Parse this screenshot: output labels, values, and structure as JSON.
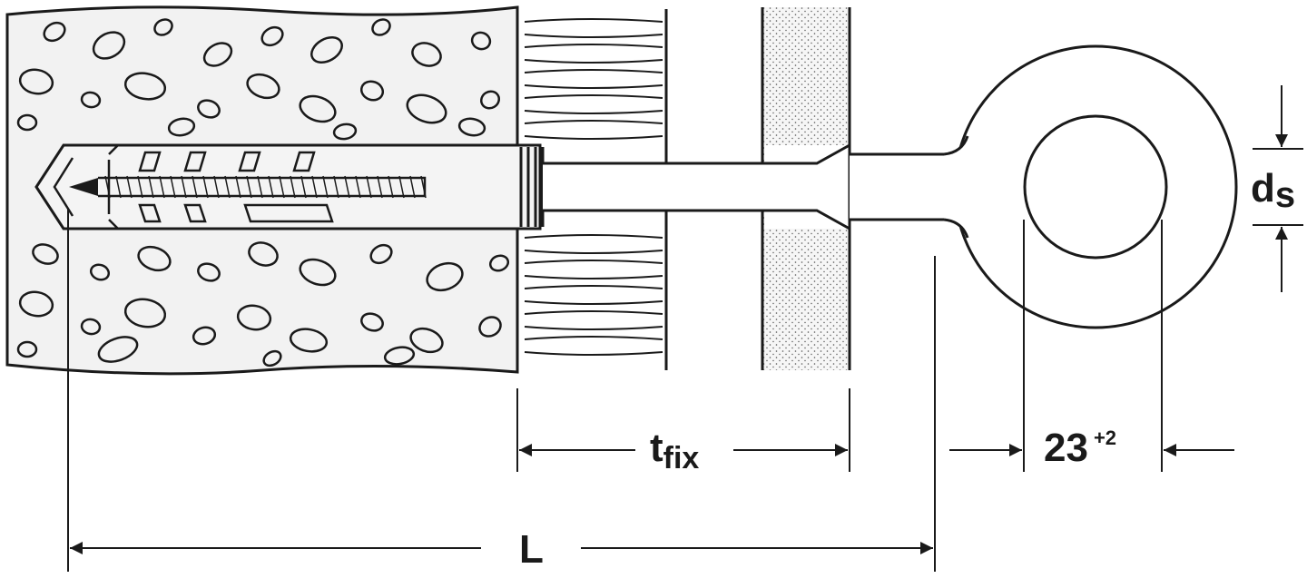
{
  "diagram": {
    "labels": {
      "tfix_main": "t",
      "tfix_sub": "fix",
      "eye_dim": "23",
      "eye_tol": "+2",
      "total_length": "L",
      "ds_main": "d",
      "ds_sub": "s"
    },
    "colors": {
      "line": "#1a1a1a",
      "concrete": "#f2f2f2",
      "fixture": "#f2f2f2",
      "anchor": "#f4f4f4",
      "background": "#ffffff"
    }
  }
}
